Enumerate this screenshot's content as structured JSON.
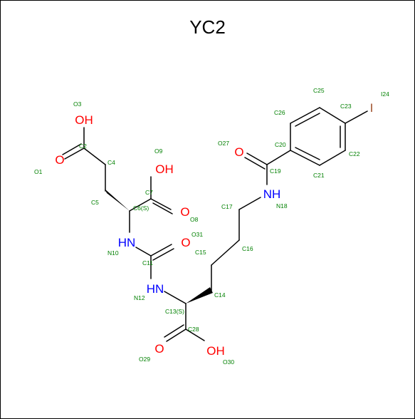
{
  "title": "YC2",
  "colors": {
    "bond": "#000000",
    "oxygen": "#ff0000",
    "nitrogen": "#0000ff",
    "iodine": "#a0522d",
    "index": "#008000"
  },
  "atom_symbols": [
    {
      "key": "o3",
      "text": "OH",
      "element": "O"
    },
    {
      "key": "o1",
      "text": "O",
      "element": "O"
    },
    {
      "key": "o9",
      "text": "OH",
      "element": "O"
    },
    {
      "key": "o8",
      "text": "O",
      "element": "O"
    },
    {
      "key": "n10",
      "text": "HN",
      "element": "N"
    },
    {
      "key": "o31",
      "text": "O",
      "element": "O"
    },
    {
      "key": "n12",
      "text": "HN",
      "element": "N"
    },
    {
      "key": "o29",
      "text": "O",
      "element": "O"
    },
    {
      "key": "o30",
      "text": "OH",
      "element": "O"
    },
    {
      "key": "o27",
      "text": "O",
      "element": "O"
    },
    {
      "key": "n18",
      "text": "NH",
      "element": "N"
    },
    {
      "key": "i24",
      "text": "I",
      "element": "I"
    }
  ],
  "atom_indices": [
    {
      "key": "o3",
      "text": "O3"
    },
    {
      "key": "c2",
      "text": "C2"
    },
    {
      "key": "o1",
      "text": "O1"
    },
    {
      "key": "c4",
      "text": "C4"
    },
    {
      "key": "o9",
      "text": "O9"
    },
    {
      "key": "c7",
      "text": "C7"
    },
    {
      "key": "c5",
      "text": "C5"
    },
    {
      "key": "c6",
      "text": "C6(S)"
    },
    {
      "key": "o8",
      "text": "O8"
    },
    {
      "key": "o31",
      "text": "O31"
    },
    {
      "key": "n10",
      "text": "N10"
    },
    {
      "key": "c11",
      "text": "C11"
    },
    {
      "key": "c15",
      "text": "C15"
    },
    {
      "key": "c16",
      "text": "C16"
    },
    {
      "key": "c17",
      "text": "C17"
    },
    {
      "key": "n18",
      "text": "N18"
    },
    {
      "key": "c14",
      "text": "C14"
    },
    {
      "key": "n12",
      "text": "N12"
    },
    {
      "key": "c13",
      "text": "C13(S)"
    },
    {
      "key": "c28",
      "text": "C28"
    },
    {
      "key": "o29",
      "text": "O29"
    },
    {
      "key": "o30",
      "text": "O30"
    },
    {
      "key": "o27",
      "text": "O27"
    },
    {
      "key": "c20",
      "text": "C20"
    },
    {
      "key": "c19",
      "text": "C19"
    },
    {
      "key": "c21",
      "text": "C21"
    },
    {
      "key": "c22",
      "text": "C22"
    },
    {
      "key": "c23",
      "text": "C23"
    },
    {
      "key": "c24",
      "text": "I24"
    },
    {
      "key": "c25",
      "text": "C25"
    },
    {
      "key": "c26",
      "text": "C26"
    }
  ]
}
